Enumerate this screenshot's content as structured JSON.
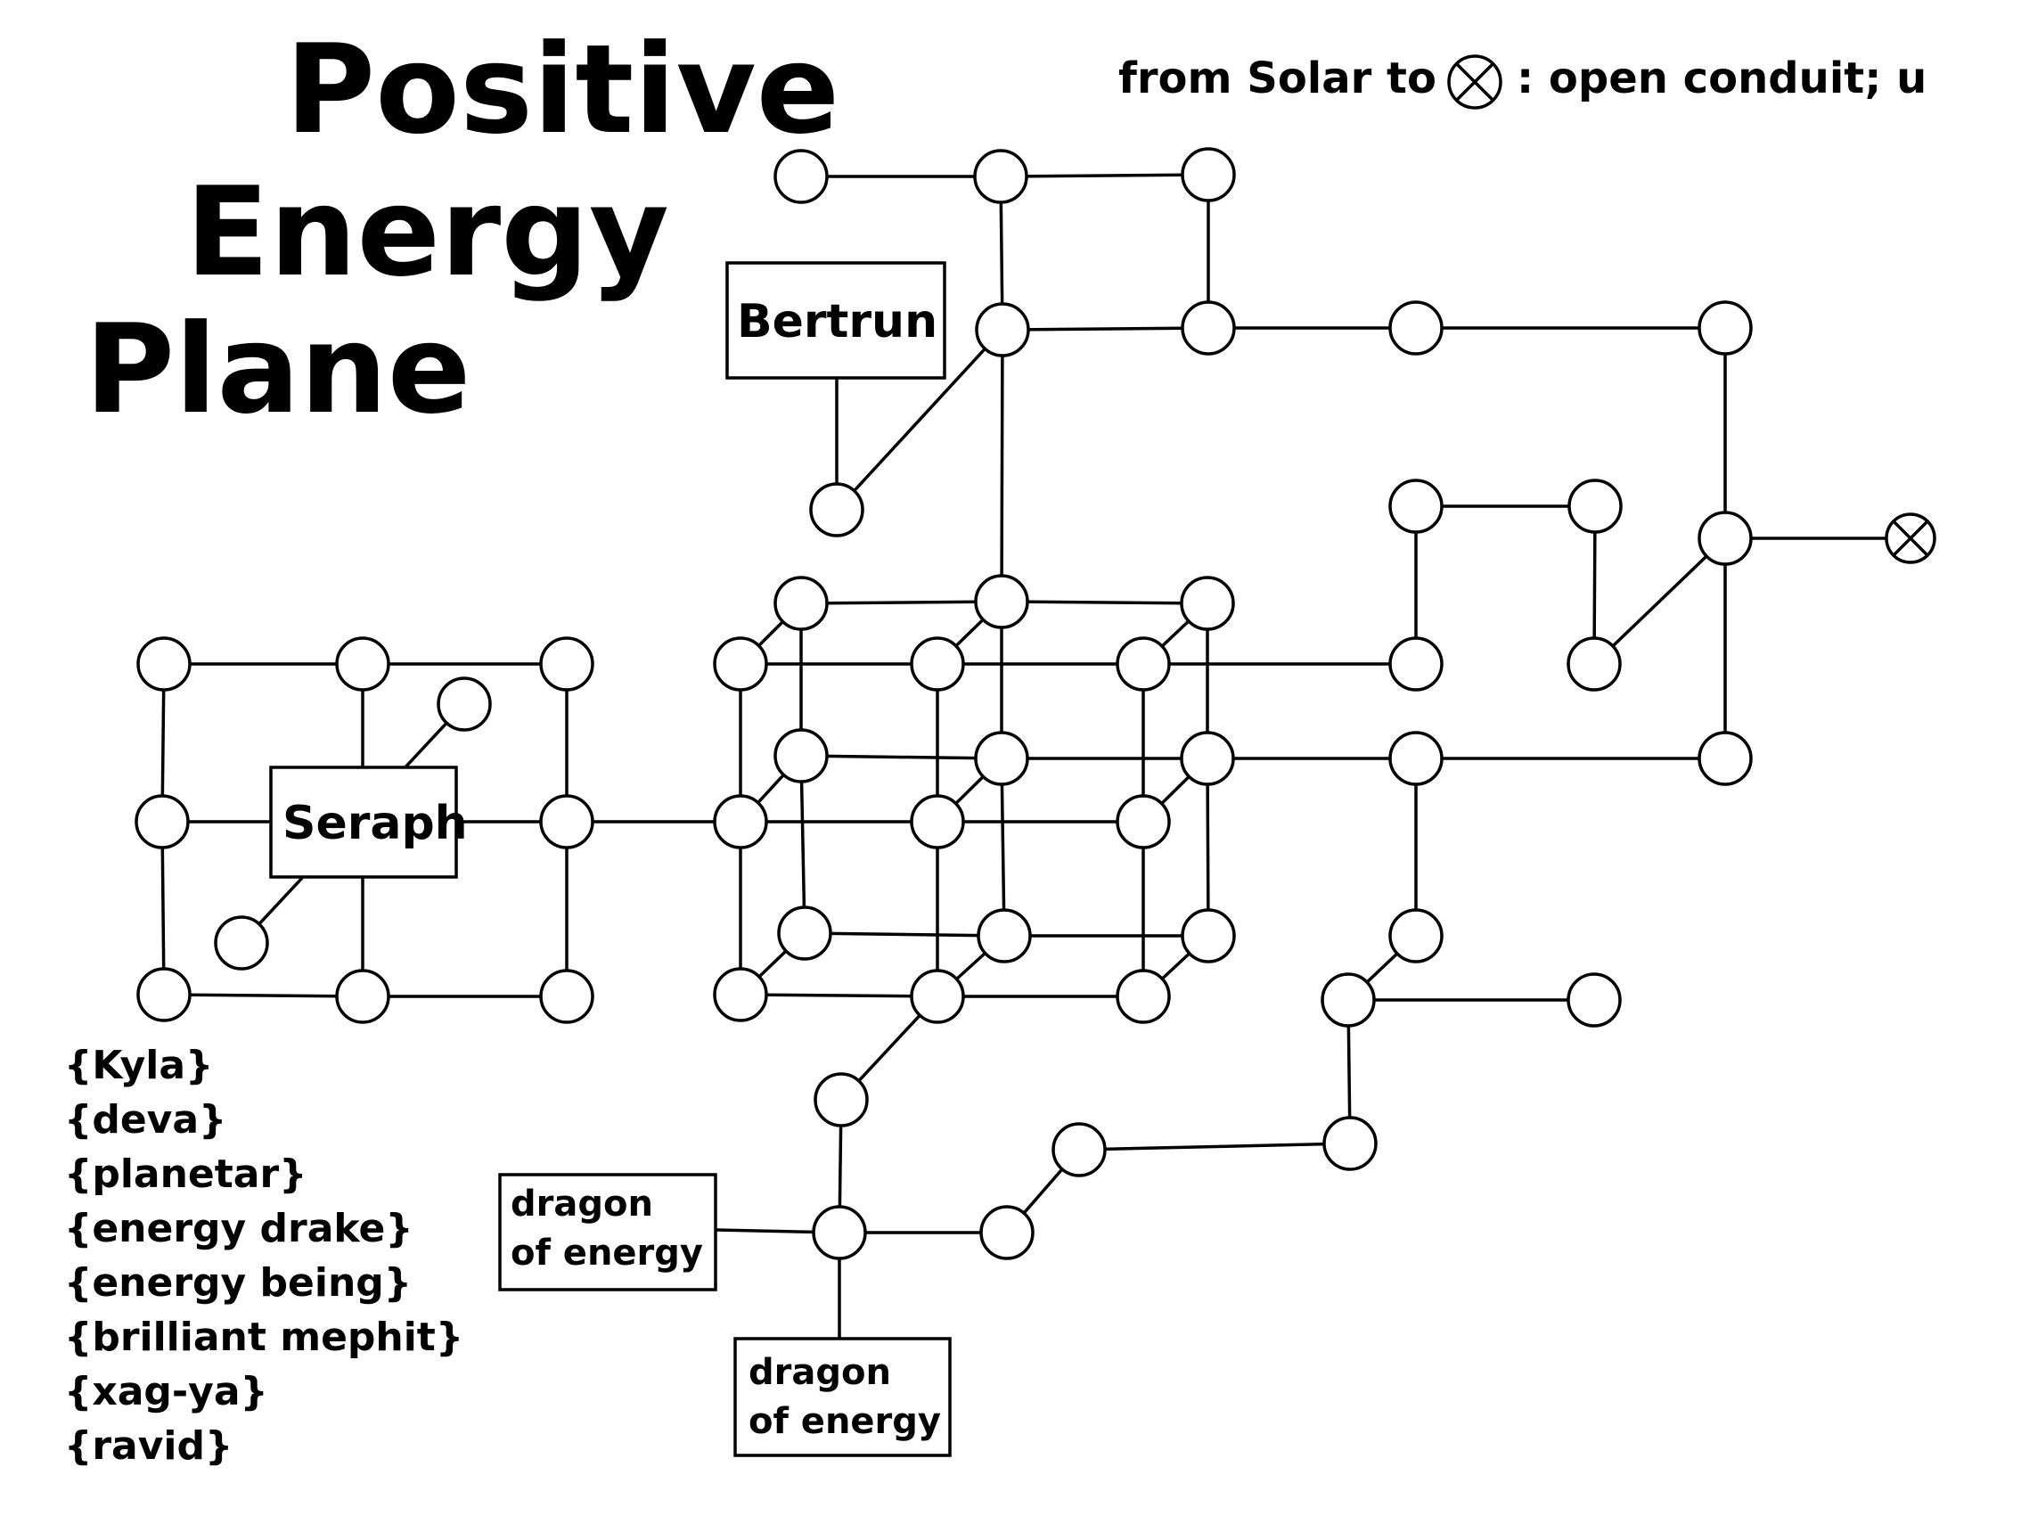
{
  "title": {
    "line1": "Positive",
    "line2": "Energy",
    "line3": "Plane"
  },
  "legend": {
    "prefix": "from Solar to",
    "suffix": ": open conduit; u",
    "symbol": "portal-icon"
  },
  "labels": {
    "bertrun": "Bertrun",
    "seraph": "Seraph",
    "dragon_left": [
      "dragon",
      "of energy"
    ],
    "dragon_bottom": [
      "dragon",
      "of energy"
    ]
  },
  "roster": [
    "{Kyla}",
    "{deva}",
    "{planetar}",
    "{energy drake}",
    "{energy being}",
    "{brilliant mephit}",
    "{xag-ya}",
    "{ravid}"
  ]
}
